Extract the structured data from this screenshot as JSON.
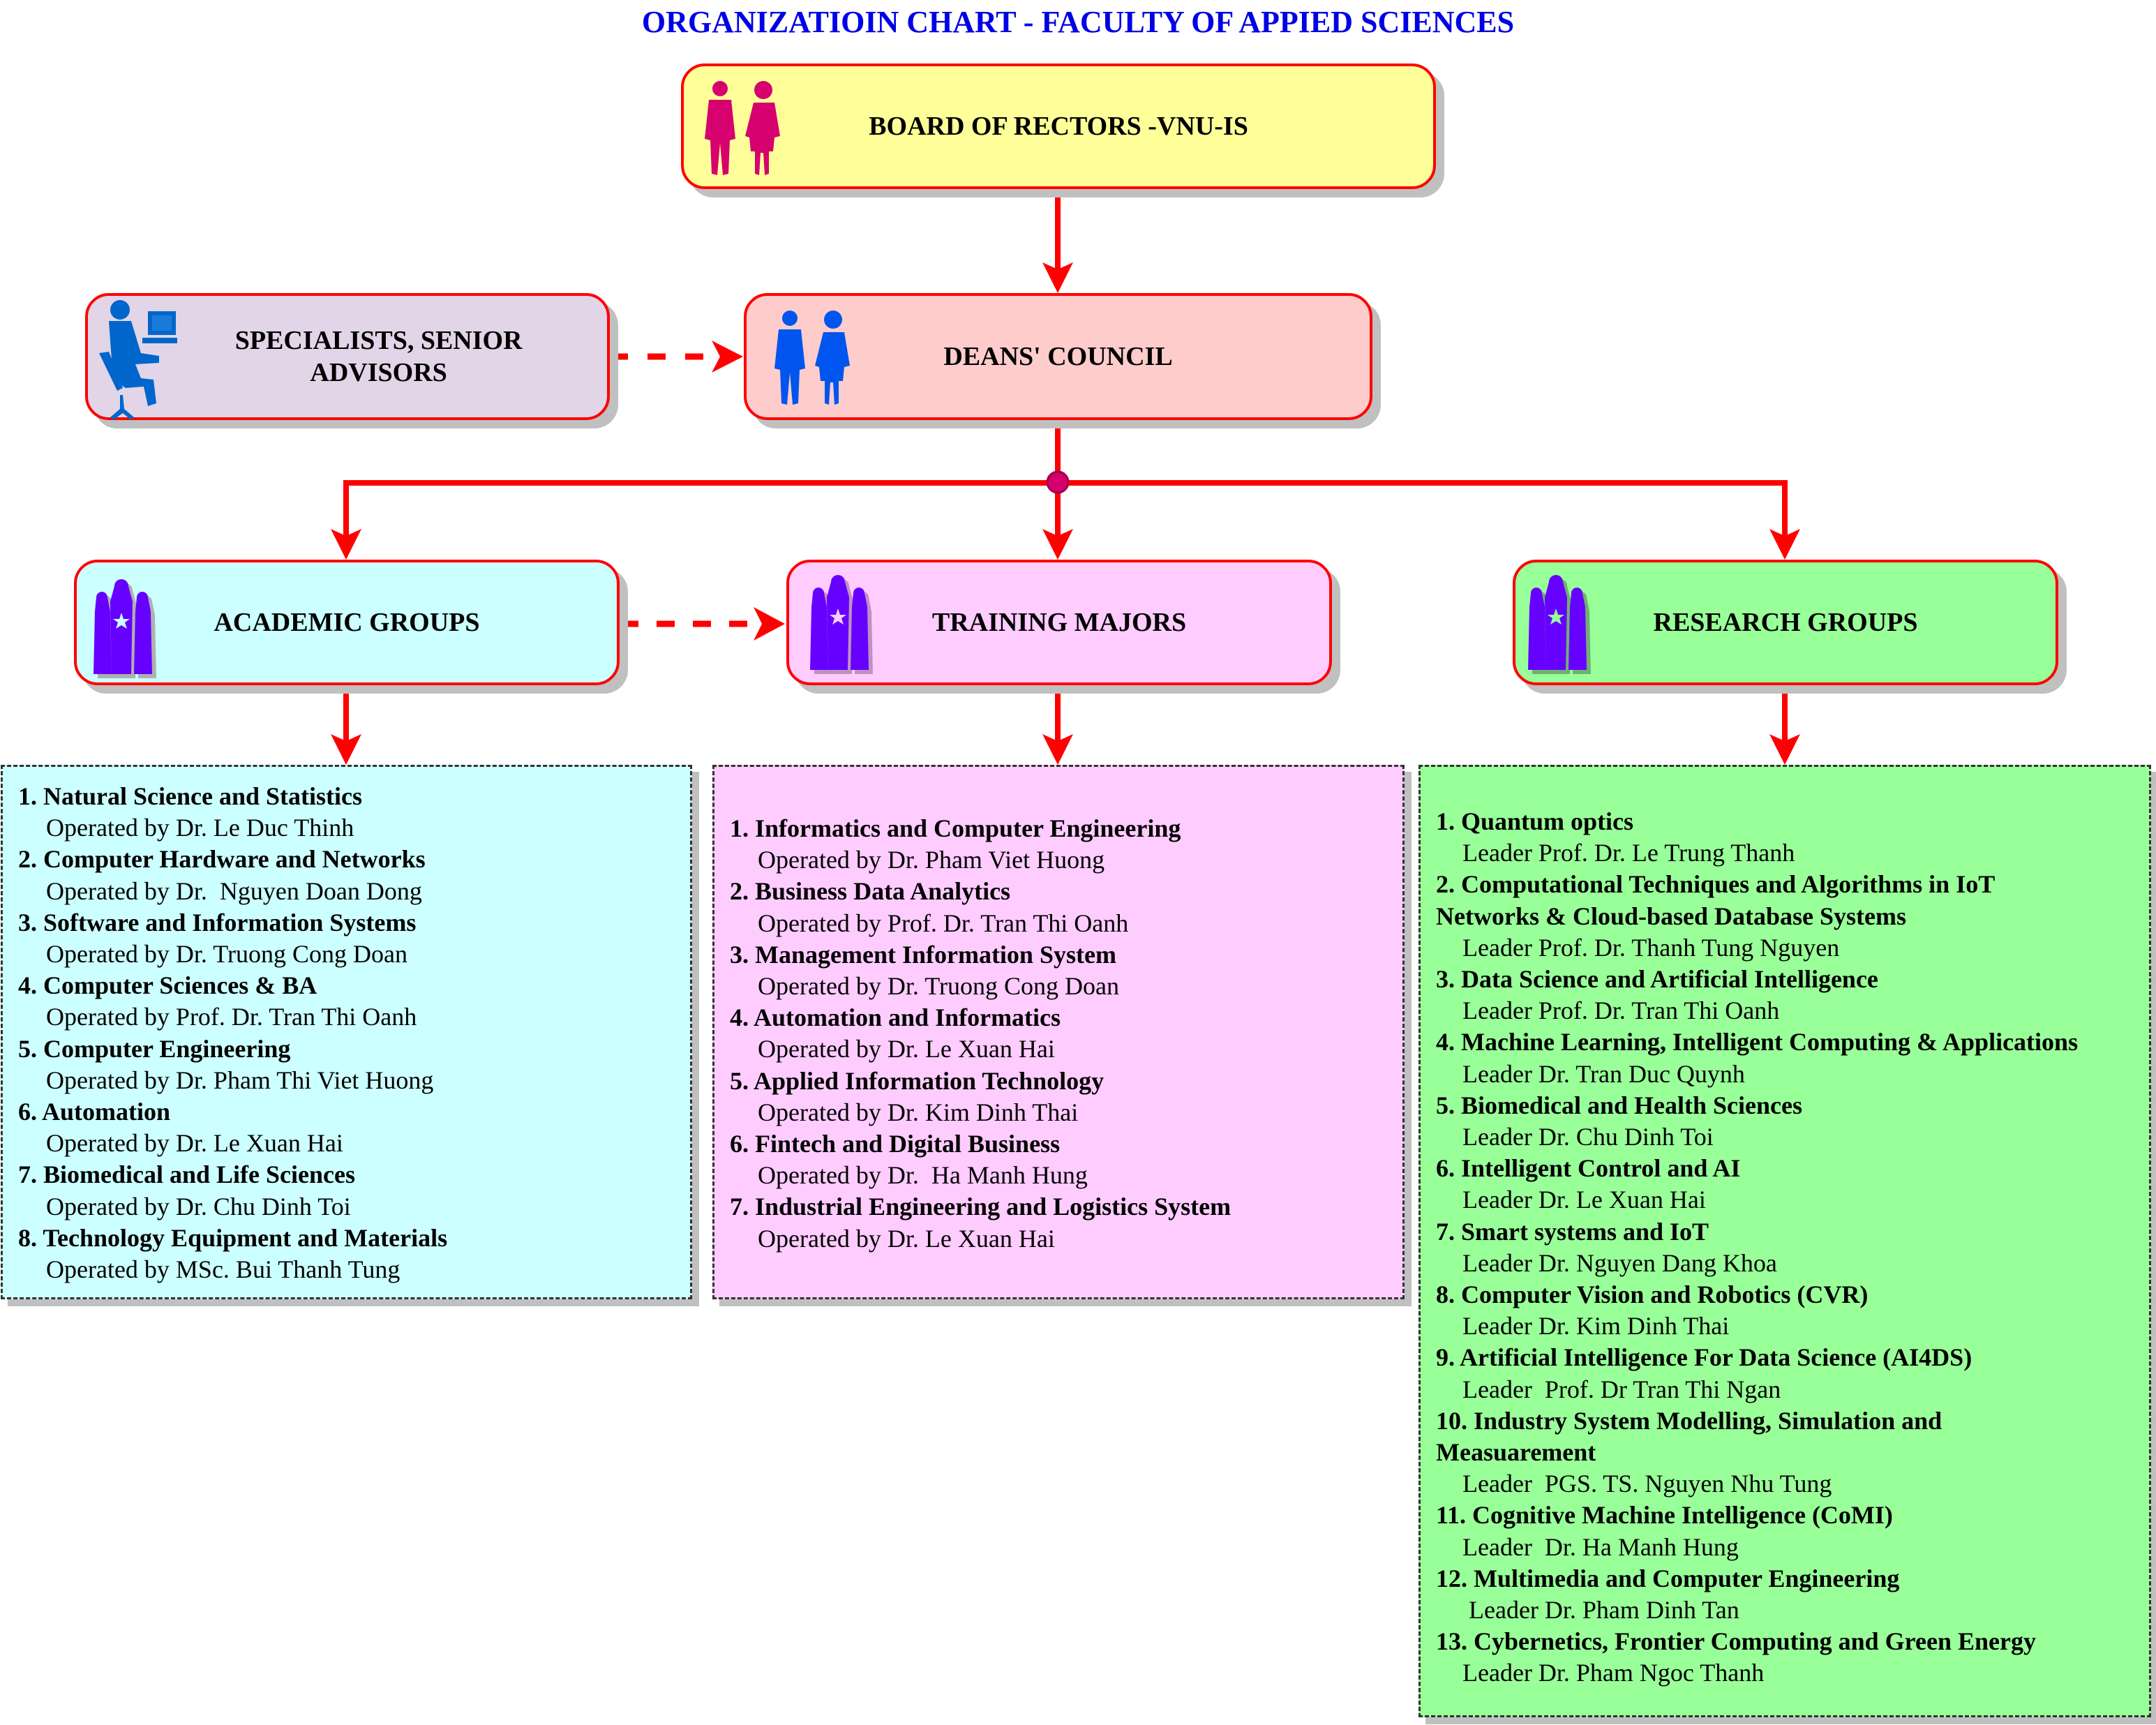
{
  "title": "ORGANIZATIOIN CHART - FACULTY OF APPIED SCIENCES",
  "colors": {
    "title": "#0000e6",
    "connector": "#ff0000",
    "junction_dot": "#d4006e",
    "board_fill": "#ffff99",
    "specialists_fill": "#e1d5e7",
    "deans_fill": "#ffcccc",
    "academic_fill": "#ccffff",
    "training_fill": "#ffccff",
    "research_fill": "#99ff99"
  },
  "nodes": {
    "board": {
      "label": "BOARD OF RECTORS -VNU-IS",
      "icon": "executives-icon"
    },
    "specialists": {
      "label_line1": "SPECIALISTS, SENIOR",
      "label_line2": "ADVISORS",
      "icon": "person-at-computer-icon"
    },
    "deans": {
      "label": "DEANS' COUNCIL",
      "icon": "executives-icon"
    },
    "academic": {
      "label": "ACADEMIC GROUPS",
      "icon": "team-icon"
    },
    "training": {
      "label": "TRAINING MAJORS",
      "icon": "team-icon"
    },
    "research": {
      "label": "RESEARCH GROUPS",
      "icon": "team-icon"
    }
  },
  "edges": [
    {
      "from": "board",
      "to": "deans",
      "style": "solid"
    },
    {
      "from": "specialists",
      "to": "deans",
      "style": "dashed"
    },
    {
      "from": "deans",
      "to": "academic",
      "style": "solid"
    },
    {
      "from": "deans",
      "to": "training",
      "style": "solid"
    },
    {
      "from": "deans",
      "to": "research",
      "style": "solid"
    },
    {
      "from": "academic",
      "to": "training",
      "style": "dashed"
    },
    {
      "from": "academic",
      "to": "academic_list",
      "style": "solid"
    },
    {
      "from": "training",
      "to": "training_list",
      "style": "solid"
    },
    {
      "from": "research",
      "to": "research_list",
      "style": "solid"
    }
  ],
  "academic_list": [
    {
      "title": "1. Natural Science and Statistics",
      "sub": "Operated by Dr. Le Duc Thinh"
    },
    {
      "title": "2. Computer Hardware and Networks",
      "sub": "Operated by Dr.  Nguyen Doan Dong"
    },
    {
      "title": "3. Software and Information Systems",
      "sub": "Operated by Dr. Truong Cong Doan"
    },
    {
      "title": "4. Computer Sciences & BA",
      "sub": "Operated by Prof. Dr. Tran Thi Oanh"
    },
    {
      "title": "5. Computer Engineering",
      "sub": "Operated by Dr. Pham Thi Viet Huong"
    },
    {
      "title": "6. Automation",
      "sub": "Operated by Dr. Le Xuan Hai"
    },
    {
      "title": "7. Biomedical and Life Sciences",
      "sub": "Operated by Dr. Chu Dinh Toi"
    },
    {
      "title": "8. Technology Equipment and Materials",
      "sub": "Operated by MSc. Bui Thanh Tung"
    }
  ],
  "training_list": [
    {
      "title": "1. Informatics and Computer Engineering",
      "sub": "Operated by Dr. Pham Viet Huong"
    },
    {
      "title": "2. Business Data Analytics",
      "sub": "Operated by Prof. Dr. Tran Thi Oanh"
    },
    {
      "title": "3. Management Information System",
      "sub": "Operated by Dr. Truong Cong Doan"
    },
    {
      "title": "4. Automation and Informatics",
      "sub": "Operated by Dr. Le Xuan Hai"
    },
    {
      "title": "5. Applied Information Technology",
      "sub": "Operated by Dr. Kim Dinh Thai"
    },
    {
      "title": "6. Fintech and Digital Business",
      "sub": "Operated by Dr.  Ha Manh Hung"
    },
    {
      "title": "7. Industrial Engineering and Logistics System",
      "sub": "Operated by Dr. Le Xuan Hai"
    }
  ],
  "research_list": [
    {
      "title": "1. Quantum optics",
      "title2": "",
      "sub": "Leader Prof. Dr. Le Trung Thanh"
    },
    {
      "title": "2. Computational Techniques and Algorithms in IoT",
      "title2": "Networks & Cloud-based Database Systems",
      "sub": "Leader Prof. Dr. Thanh Tung Nguyen"
    },
    {
      "title": "3. Data Science and Artificial Intelligence",
      "title2": "",
      "sub": "Leader Prof. Dr. Tran Thi Oanh"
    },
    {
      "title": "4. Machine Learning, Intelligent Computing & Applications",
      "title2": "",
      "sub": "Leader Dr. Tran Duc Quynh"
    },
    {
      "title": "5. Biomedical and Health Sciences",
      "title2": "",
      "sub": "Leader Dr. Chu Dinh Toi"
    },
    {
      "title": "6. Intelligent Control and AI",
      "title2": "",
      "sub": "Leader Dr. Le Xuan Hai"
    },
    {
      "title": "7. Smart systems and IoT",
      "title2": "",
      "sub": "Leader Dr. Nguyen Dang Khoa"
    },
    {
      "title": "8. Computer Vision and Robotics (CVR)",
      "title2": "",
      "sub": "Leader Dr. Kim Dinh Thai"
    },
    {
      "title": "9. Artificial Intelligence For Data Science (AI4DS)",
      "title2": "",
      "sub": "Leader  Prof. Dr Tran Thi Ngan"
    },
    {
      "title": "10. Industry System Modelling, Simulation and",
      "title2": "Measuarement",
      "sub": "Leader  PGS. TS. Nguyen Nhu Tung"
    },
    {
      "title": "11. Cognitive Machine Intelligence (CoMI)",
      "title2": "",
      "sub": "Leader  Dr. Ha Manh Hung"
    },
    {
      "title": "12. Multimedia and Computer Engineering",
      "title2": "",
      "sub": " Leader Dr. Pham Dinh Tan"
    },
    {
      "title": "13. Cybernetics, Frontier Computing and Green Energy",
      "title2": "",
      "sub": "Leader Dr. Pham Ngoc Thanh"
    }
  ]
}
